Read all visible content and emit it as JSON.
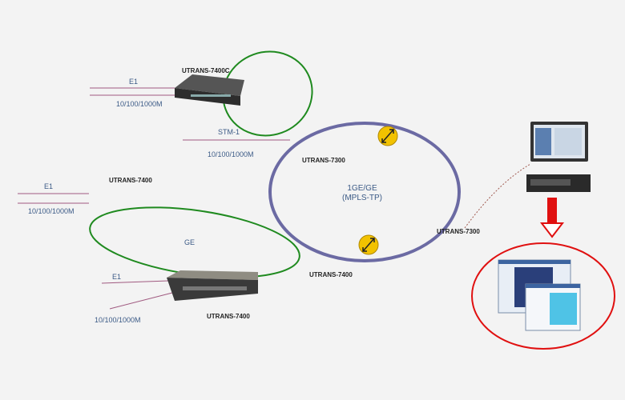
{
  "devices": {
    "top": "UTRANS-7400C",
    "left_mid": "UTRANS-7400",
    "ring_top": "UTRANS-7300",
    "ring_right": "UTRANS-7300",
    "ring_bottom": "UTRANS-7400",
    "bottom": "UTRANS-7400"
  },
  "links": {
    "e1_top": "E1",
    "eth_top": "10/100/1000M",
    "stm1": "STM-1",
    "eth_stm": "10/100/1000M",
    "e1_left": "E1",
    "eth_left": "10/100/1000M",
    "ge": "GE",
    "e1_bottom": "E1",
    "eth_bottom": "10/100/1000M"
  },
  "ring": {
    "line1": "1GE/GE",
    "line2": "(MPLS-TP)"
  },
  "colors": {
    "ring": "#6b6aa3",
    "green": "#1f8a1f",
    "link": "#a05a80",
    "red": "#e01010",
    "router": "#f2c200"
  }
}
